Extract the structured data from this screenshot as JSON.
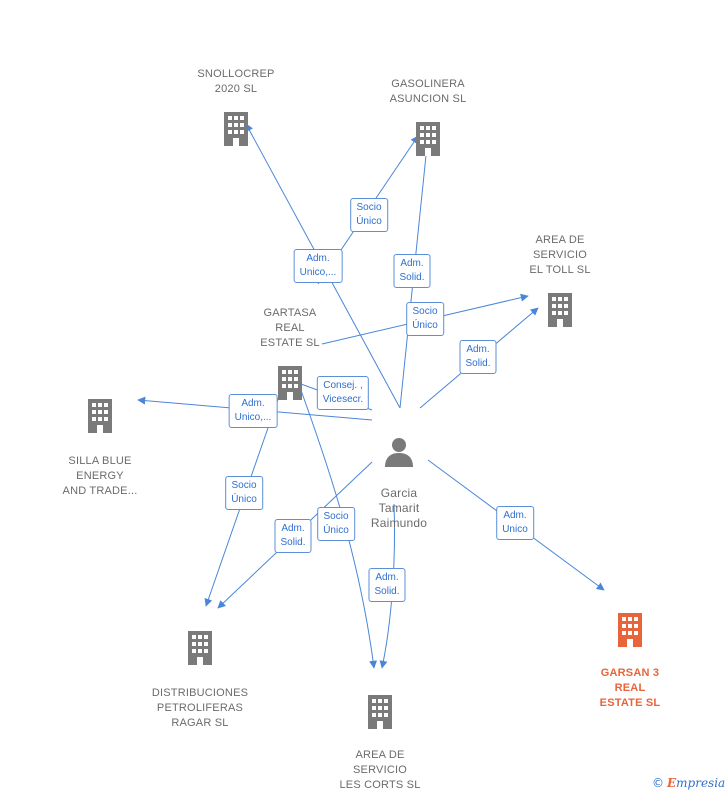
{
  "colors": {
    "edge": "#4a86d8",
    "company": "#7a7a7a",
    "highlight": "#e8643a",
    "person": "#7a7a7a"
  },
  "center": {
    "name": "Garcia\nTamarit\nRaimundo",
    "icon": "person-icon"
  },
  "companies": [
    {
      "id": "snollocrep",
      "name": "SNOLLOCREP\n2020  SL",
      "icon": "building-icon"
    },
    {
      "id": "gasolinera",
      "name": "GASOLINERA\nASUNCION SL",
      "icon": "building-icon"
    },
    {
      "id": "toll",
      "name": "AREA DE\nSERVICIO\nEL TOLL SL",
      "icon": "building-icon"
    },
    {
      "id": "gartasa",
      "name": "GARTASA\nREAL\nESTATE  SL",
      "icon": "building-icon"
    },
    {
      "id": "silla",
      "name": "SILLA BLUE\nENERGY\nAND TRADE...",
      "icon": "building-icon"
    },
    {
      "id": "distrib",
      "name": "DISTRIBUCIONES\nPETROLIFERAS\nRAGAR SL",
      "icon": "building-icon"
    },
    {
      "id": "corts",
      "name": "AREA DE\nSERVICIO\nLES CORTS  SL",
      "icon": "building-icon"
    },
    {
      "id": "garsan",
      "name": "GARSAN 3\nREAL\nESTATE  SL",
      "icon": "building-icon",
      "highlight": true
    }
  ],
  "relations": [
    "Adm.\nUnico,...",
    "Socio\nÚnico",
    "Adm.\nSolid.",
    "Socio\nÚnico",
    "Adm.\nSolid.",
    "Consej. ,\nVicesecr.",
    "Adm.\nUnico,...",
    "Socio\nÚnico",
    "Adm.\nSolid.",
    "Socio\nÚnico",
    "Adm.\nSolid.",
    "Adm.\nUnico"
  ],
  "brand": {
    "copyright": "©",
    "initial": "E",
    "rest": "mpresia"
  }
}
